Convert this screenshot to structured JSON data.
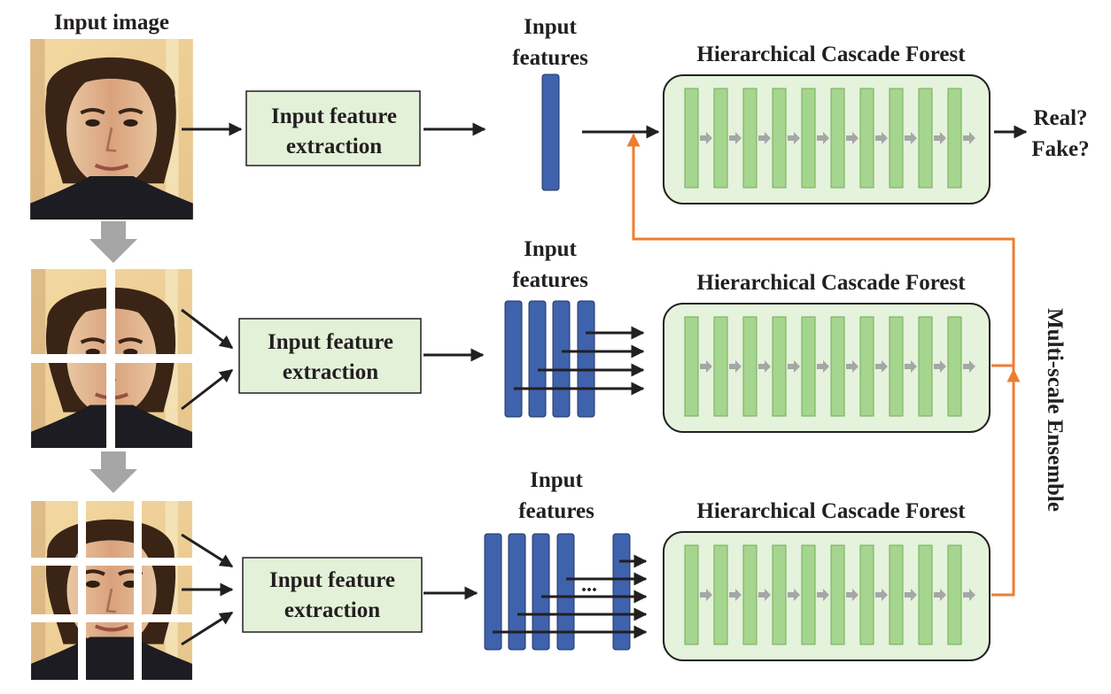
{
  "input_image_label": "Input image",
  "rows": [
    {
      "extraction_lines": [
        "Input feature",
        "extraction"
      ],
      "features_lines": [
        "Input",
        "features"
      ],
      "forest_title": "Hierarchical Cascade Forest",
      "grid": "1x1"
    },
    {
      "extraction_lines": [
        "Input feature",
        "extraction"
      ],
      "features_lines": [
        "Input",
        "features"
      ],
      "forest_title": "Hierarchical Cascade Forest",
      "grid": "2x2"
    },
    {
      "extraction_lines": [
        "Input feature",
        "extraction"
      ],
      "features_lines": [
        "Input",
        "features"
      ],
      "forest_title": "Hierarchical Cascade Forest",
      "grid": "3x3",
      "ellipsis": "..."
    }
  ],
  "output_lines": [
    "Real?",
    "Fake?"
  ],
  "ensemble_label": "Multi-scale Ensemble",
  "colors": {
    "feature_bar": "#3f62ad",
    "extraction_box": "#e3f1d9",
    "forest_box": "#e5f2dc",
    "forest_tree": "#a6d58f",
    "ensemble_line": "#ed7d31",
    "down_arrow": "#a6a6a6",
    "inner_arrow": "#a6a6a6"
  }
}
